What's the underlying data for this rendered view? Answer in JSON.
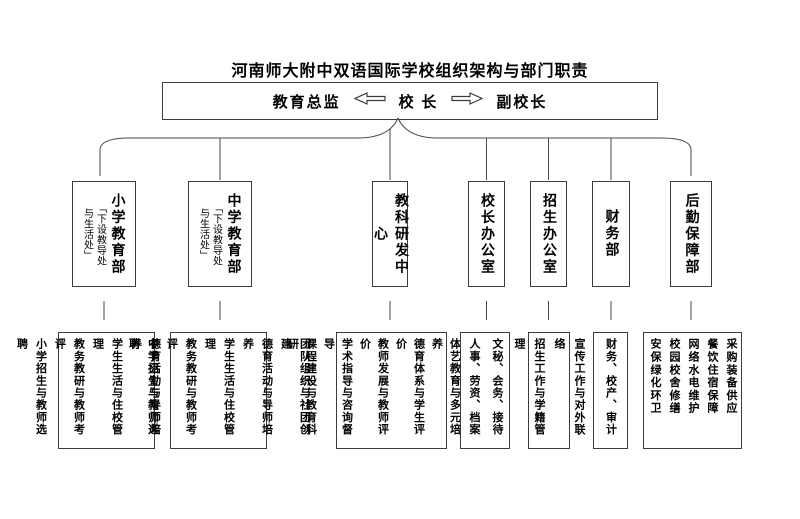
{
  "page": {
    "title": "河南师大附中双语国际学校组织架构与部门职责"
  },
  "leadership": {
    "left_role": "教育总监",
    "center_role": "校 长",
    "right_role": "副校长",
    "left_arrow_icon": "hollow-left-arrow",
    "right_arrow_icon": "hollow-right-arrow"
  },
  "departments": [
    {
      "name": "小学教育部",
      "note": [
        "「下设教导处",
        "与生活处」"
      ],
      "duties": [
        "少先大队与社团创建",
        "德育活动与导师培养",
        "学生生活与住校管理",
        "教务教研与教师考评",
        "小学招生与教师选聘"
      ]
    },
    {
      "name": "中学教育部",
      "note": [
        "「下设教导处",
        "与生活处」"
      ],
      "duties": [
        "团队组织与社团创建",
        "德育活动与导师培养",
        "学生生活与住校管理",
        "教务教研与教师考评",
        "中学招生与教师选聘"
      ]
    },
    {
      "name": "教科研发中心",
      "duties": [
        "心理健康与成长辅导",
        "体艺教育与多元培养",
        "德育体系与学生评价",
        "教师发展与教师评价",
        "学术指导与咨询督导",
        "课程建设与教育科研"
      ]
    },
    {
      "name": "校长办公室",
      "duties": [
        "文秘、会务、接待",
        "人事、劳资、档案"
      ]
    },
    {
      "name": "招生办公室",
      "duties": [
        "宣传工作与对外联络",
        "招生工作与学籍管理"
      ]
    },
    {
      "name": "财务部",
      "duties": [
        "财务、校产、审计"
      ]
    },
    {
      "name": "后勤保障部",
      "duties": [
        "采购装备供应",
        "餐饮住宿保障",
        "网络水电维护",
        "校园校舍修缮",
        "安保绿化环卫"
      ]
    }
  ],
  "colors": {
    "line": "#4a4a4a",
    "border": "#3c3c3c",
    "text": "#000000",
    "background": "#ffffff"
  }
}
